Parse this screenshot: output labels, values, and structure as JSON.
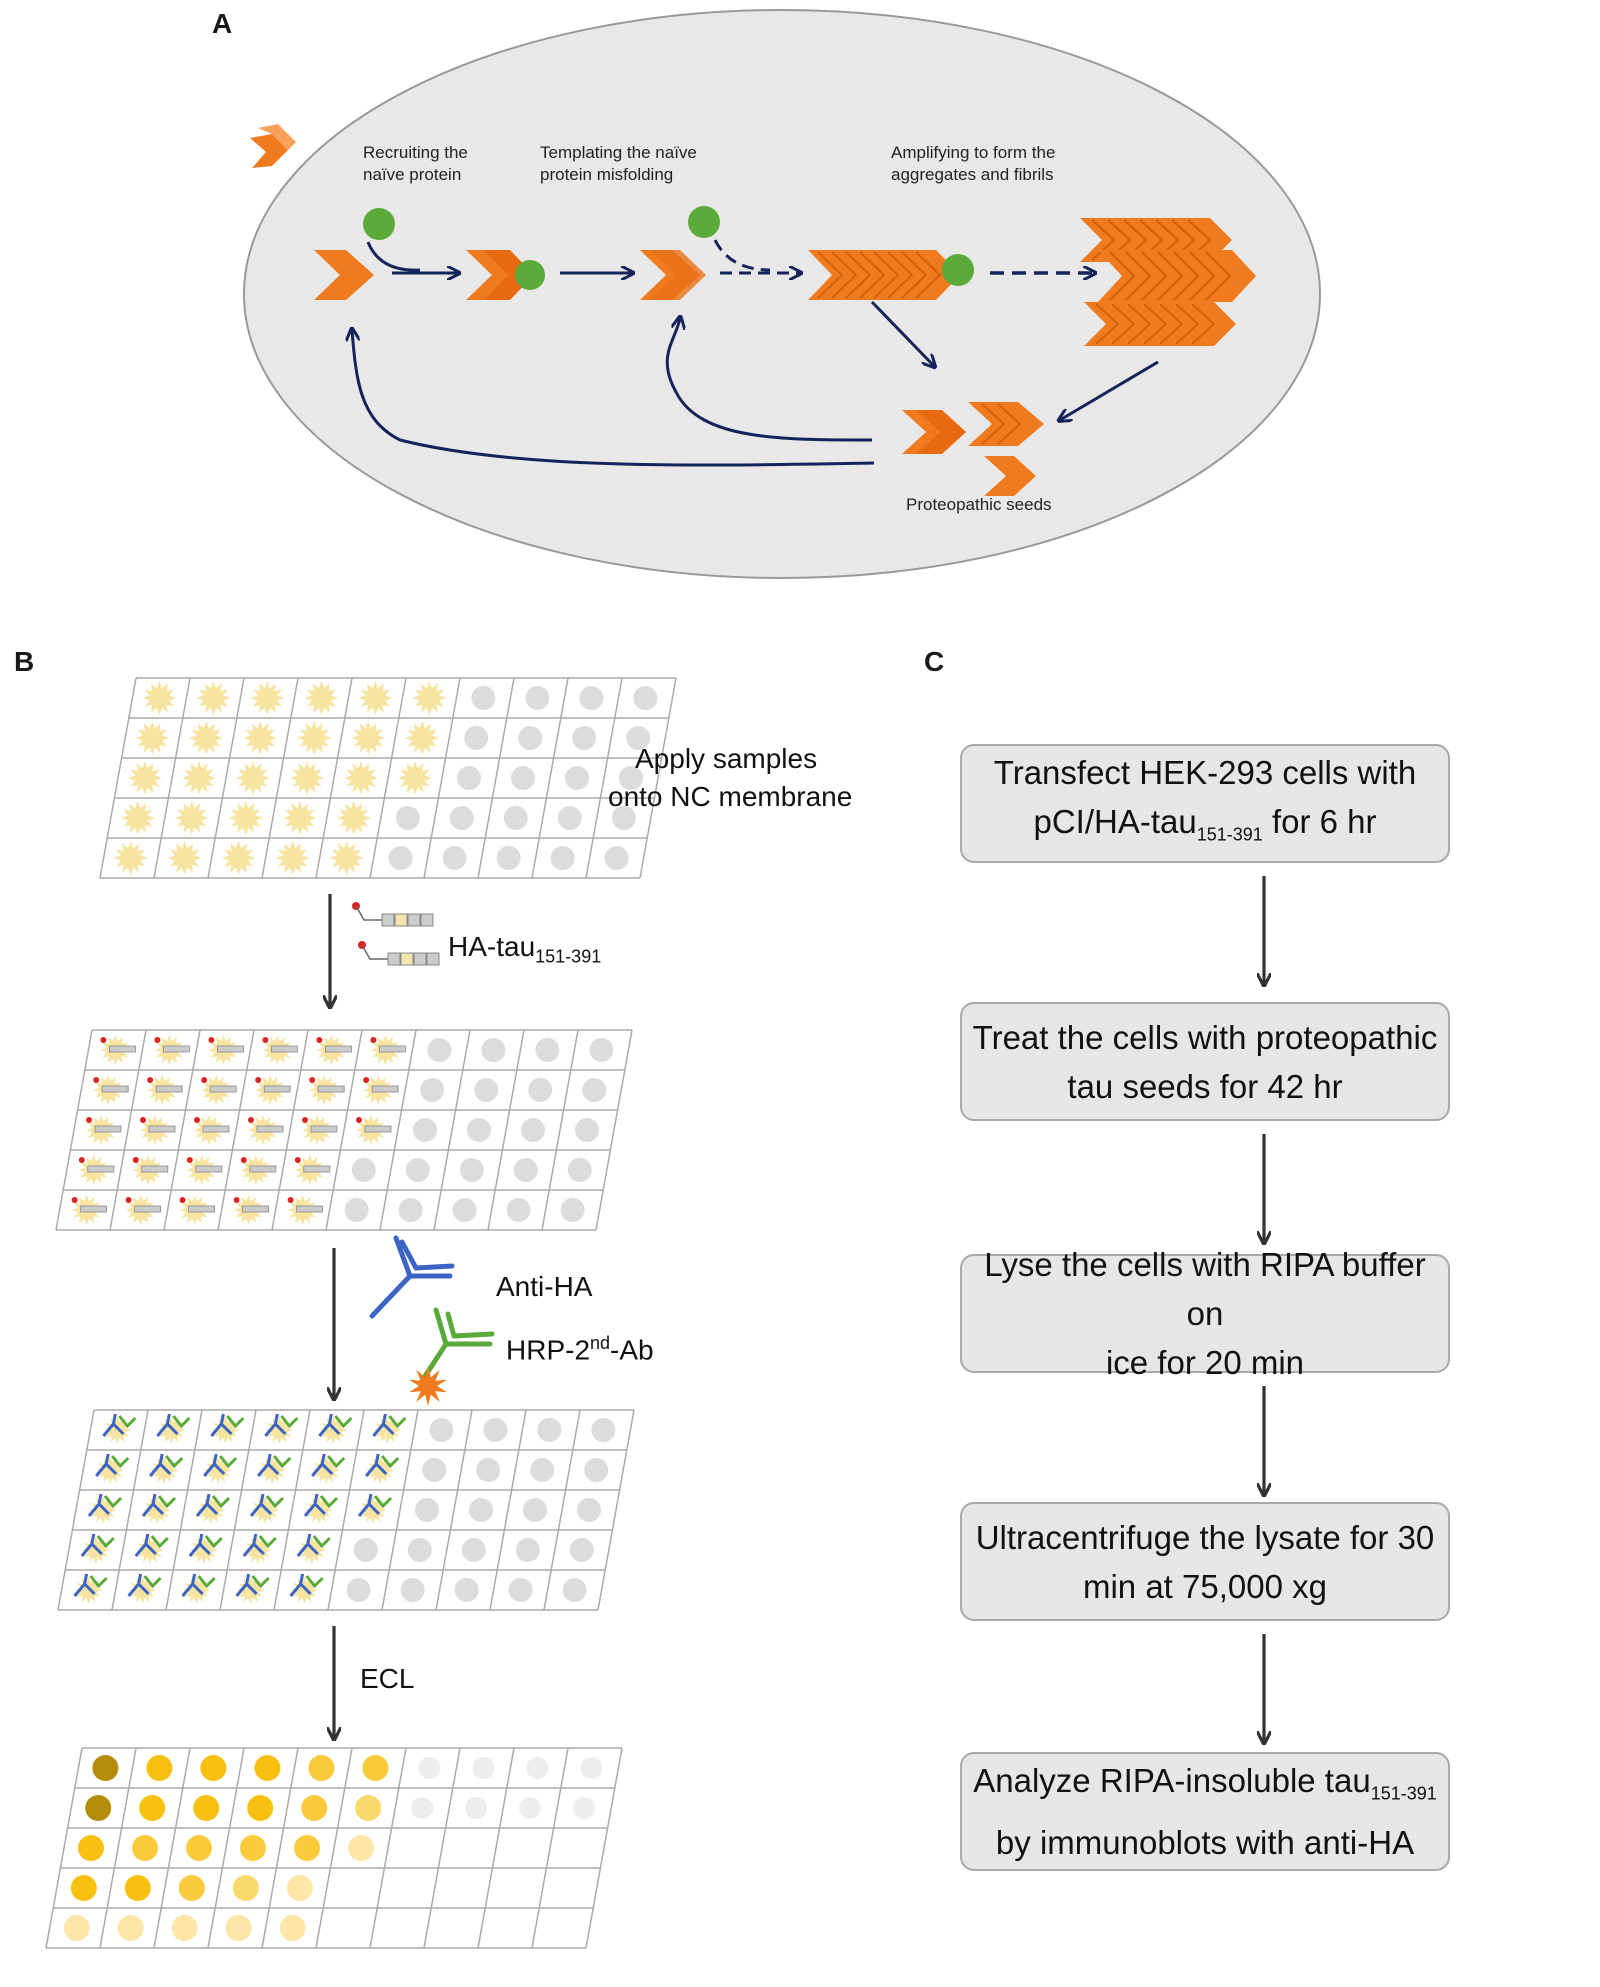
{
  "panels": {
    "a": "A",
    "b": "B",
    "c": "C"
  },
  "panel_a": {
    "stage1": {
      "line1": "Recruiting the",
      "line2": "naïve protein"
    },
    "stage2": {
      "line1": "Templating the naïve",
      "line2": "protein misfolding"
    },
    "stage3": {
      "line1": "Amplifying to form the",
      "line2": "aggregates and fibrils"
    },
    "seeds_label": "Proteopathic seeds"
  },
  "panel_b": {
    "apply": {
      "line1": "Apply samples",
      "line2": "onto NC membrane"
    },
    "ha_tau": {
      "main": "HA-tau",
      "sub": "151-391"
    },
    "anti_ha": "Anti-HA",
    "hrp": {
      "pre": "HRP-2",
      "sup": "nd",
      "post": "-Ab"
    },
    "ecl": "ECL"
  },
  "panel_c": {
    "steps": [
      {
        "line1": "Transfect HEK-293 cells with",
        "line2_pre": "pCI/HA-tau",
        "line2_sub": "151-391",
        "line2_post": " for 6 hr"
      },
      {
        "line1": "Treat the cells with proteopathic",
        "line2": "tau seeds for 42 hr"
      },
      {
        "line1": "Lyse the cells with RIPA buffer on",
        "line2": "ice for 20 min"
      },
      {
        "line1": "Ultracentrifuge the lysate for 30",
        "line2": "min at 75,000 xg"
      },
      {
        "line1_pre": "Analyze RIPA-insoluble tau",
        "line1_sub": "151-391",
        "line2": "by immunoblots with anti-HA"
      }
    ]
  },
  "colors": {
    "orange": "#f07b1e",
    "navy": "#14235a",
    "green": "#5aaa3a",
    "box": "#e6e6e6",
    "ellipse": "#e8e8e8"
  }
}
